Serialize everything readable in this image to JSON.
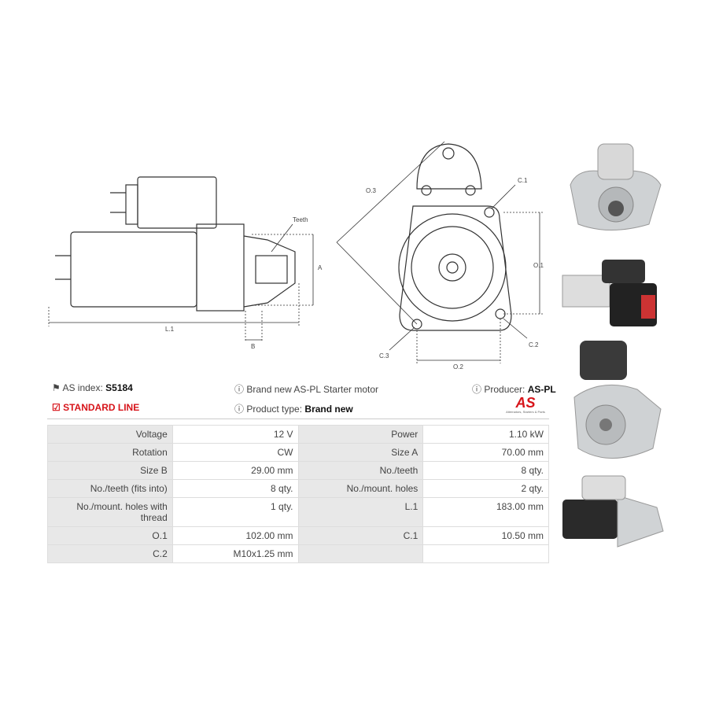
{
  "drawing_labels": {
    "teeth": "Teeth",
    "a": "A",
    "b": "B",
    "l1": "L.1",
    "o3": "O.3",
    "c1": "C.1",
    "o1": "O.1",
    "c2": "C.2",
    "c3": "C.3",
    "o2": "O.2"
  },
  "info": {
    "as_index_label": "AS index:",
    "as_index_value": "S5184",
    "line": "STANDARD LINE",
    "description": "Brand new AS-PL Starter motor",
    "product_type_label": "Product type:",
    "product_type_value": "Brand new",
    "producer_label": "Producer:",
    "producer_value": "AS-PL",
    "logo_text": "AS",
    "logo_tagline": "Alternators, Starters & Parts"
  },
  "specs": [
    [
      {
        "k": "Voltage",
        "v": "12 V"
      },
      {
        "k": "Power",
        "v": "1.10 kW"
      }
    ],
    [
      {
        "k": "Rotation",
        "v": "CW"
      },
      {
        "k": "Size A",
        "v": "70.00 mm"
      }
    ],
    [
      {
        "k": "Size B",
        "v": "29.00 mm"
      },
      {
        "k": "No./teeth",
        "v": "8 qty."
      }
    ],
    [
      {
        "k": "No./teeth (fits into)",
        "v": "8 qty."
      },
      {
        "k": "No./mount. holes",
        "v": "2 qty."
      }
    ],
    [
      {
        "k": "No./mount. holes with thread",
        "v": "1 qty."
      },
      {
        "k": "L.1",
        "v": "183.00 mm"
      }
    ],
    [
      {
        "k": "O.1",
        "v": "102.00 mm"
      },
      {
        "k": "C.1",
        "v": "10.50 mm"
      }
    ],
    [
      {
        "k": "C.2",
        "v": "M10x1.25 mm"
      },
      {
        "k": "",
        "v": ""
      }
    ]
  ]
}
